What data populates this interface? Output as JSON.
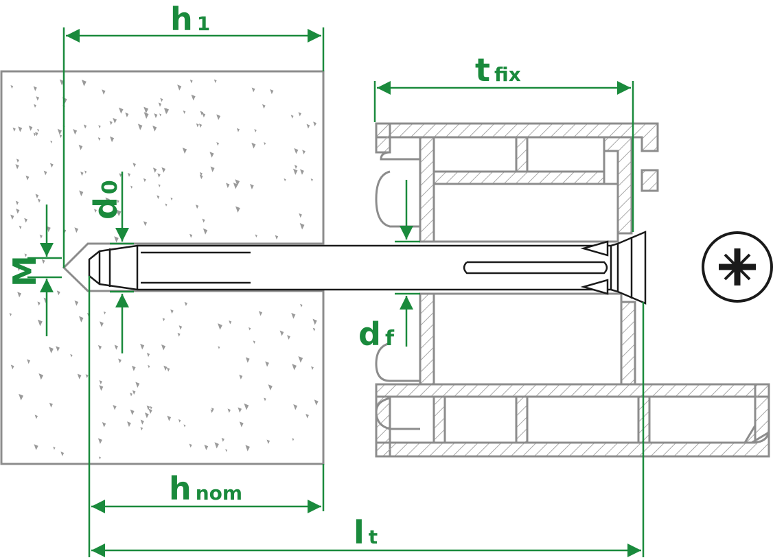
{
  "labels": {
    "h1": {
      "main": "h",
      "sub": "1"
    },
    "tfix": {
      "main": "t",
      "sub": "fix"
    },
    "d0": {
      "main": "d",
      "sub": "0"
    },
    "M": {
      "main": "M"
    },
    "df": {
      "main": "d",
      "sub": "f"
    },
    "hnom": {
      "main": "h",
      "sub": "nom"
    },
    "lt": {
      "main": "l",
      "sub": "t"
    }
  },
  "icons": {
    "drive": "pozidriv-icon"
  },
  "colors": {
    "dimension": "#1a8a3c",
    "outline": "#8c8c8c",
    "hatch": "#9a9a9a",
    "anchor": "#1a1a1a"
  }
}
